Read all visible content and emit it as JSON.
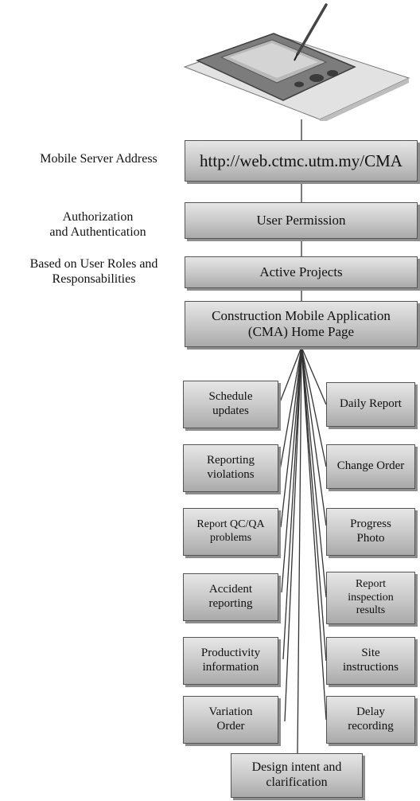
{
  "labels": {
    "server_address_caption": "Mobile Server Address",
    "auth_caption_line1": "Authorization",
    "auth_caption_line2": "and Authentication",
    "roles_caption_line1": "Based on User Roles and",
    "roles_caption_line2": "Responsabilities"
  },
  "flow": {
    "url": "http://web.ctmc.utm.my/CMA",
    "permission": "User Permission",
    "projects": "Active Projects",
    "home_line1": "Construction Mobile Application",
    "home_line2": "(CMA) Home Page"
  },
  "left_modules": [
    {
      "line1": "Schedule",
      "line2": "updates"
    },
    {
      "line1": "Reporting",
      "line2": "violations"
    },
    {
      "line1": "Report QC/QA",
      "line2": "problems"
    },
    {
      "line1": "Accident",
      "line2": "reporting"
    },
    {
      "line1": "Productivity",
      "line2": "information"
    },
    {
      "line1": "Variation",
      "line2": "Order"
    }
  ],
  "right_modules": [
    {
      "line1": "Daily Report"
    },
    {
      "line1": "Change Order"
    },
    {
      "line1": "Progress",
      "line2": "Photo"
    },
    {
      "line1": "Report",
      "line2": "inspection",
      "line3": "results"
    },
    {
      "line1": "Site",
      "line2": "instructions"
    },
    {
      "line1": "Delay",
      "line2": "recording"
    }
  ],
  "bottom_module": {
    "line1": "Design intent and",
    "line2": "clarification"
  }
}
